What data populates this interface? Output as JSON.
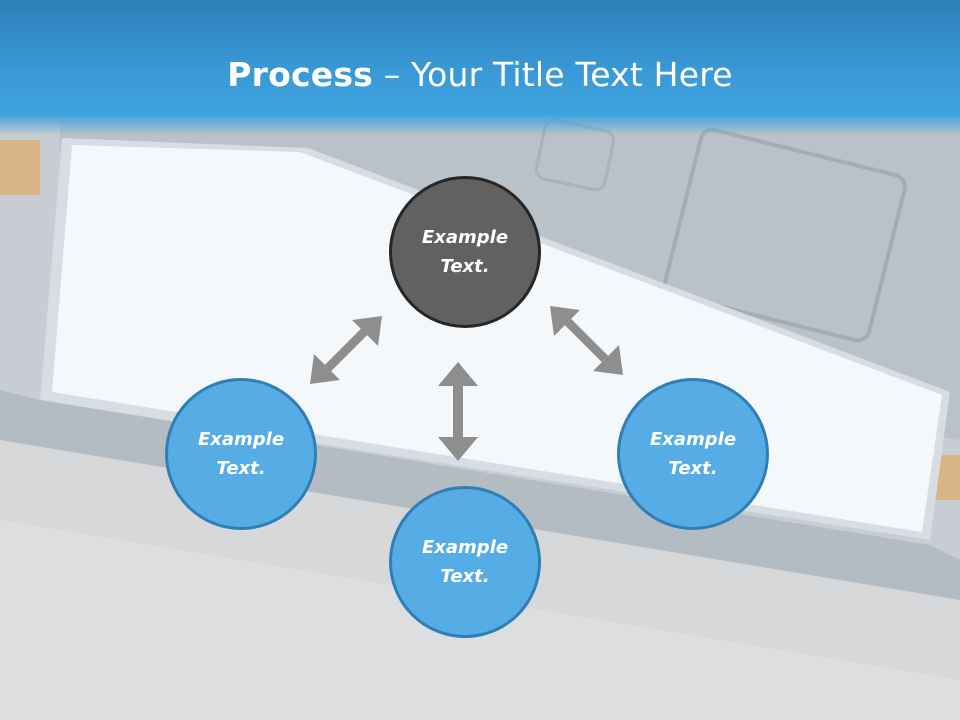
{
  "header": {
    "title_bold": "Process",
    "title_rest": " – Your Title Text Here"
  },
  "diagram": {
    "top": "Example Text.",
    "left": "Example Text.",
    "right": "Example Text.",
    "bottom": "Example Text."
  },
  "colors": {
    "header_blue": "#3a9ad7",
    "center_node": "#616161",
    "outer_node": "#56ade6",
    "arrow": "#8e8e8e"
  }
}
